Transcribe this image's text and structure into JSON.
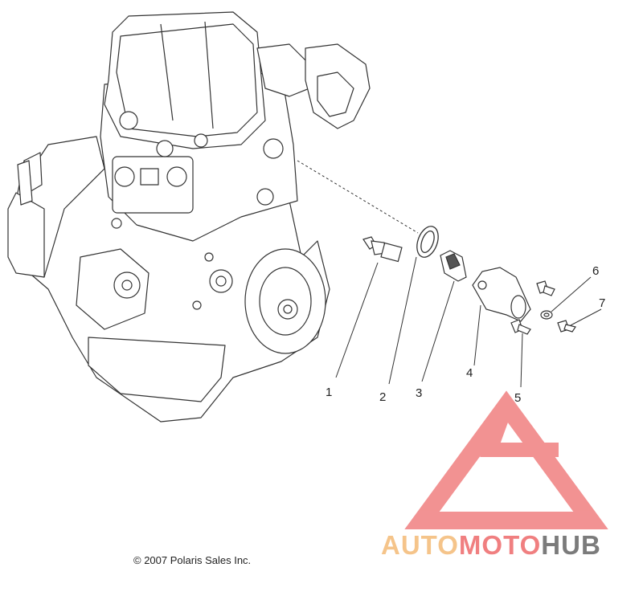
{
  "diagram": {
    "callouts": [
      "1",
      "2",
      "3",
      "4",
      "5",
      "6",
      "7"
    ],
    "copyright": "© 2007 Polaris Sales Inc."
  },
  "watermark": {
    "part1": "AUTO",
    "part2": "MOTO",
    "part3": "HUB",
    "colors": {
      "part1": "#f5c48a",
      "part2": "#f07f80",
      "part3": "#7b7b7b",
      "triangle": "#f07f80"
    }
  }
}
